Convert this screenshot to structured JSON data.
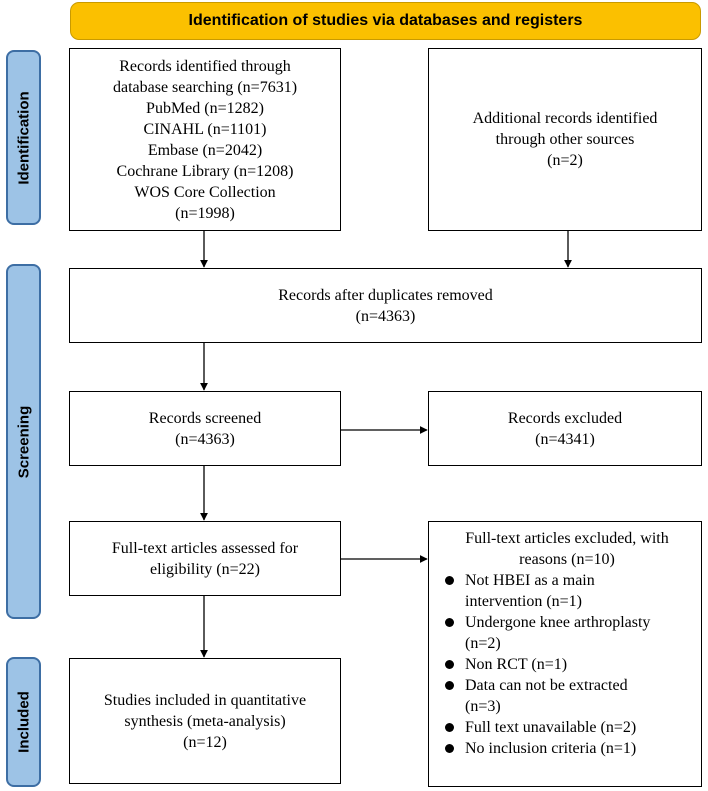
{
  "banner": "Identification of studies via databases and registers",
  "phases": {
    "identification": "Identification",
    "screening": "Screening",
    "included": "Included"
  },
  "boxes": {
    "db_search": [
      "Records identified through",
      "database searching (n=7631)",
      "PubMed (n=1282)",
      "CINAHL (n=1101)",
      "Embase (n=2042)",
      "Cochrane Library (n=1208)",
      "WOS Core Collection",
      "(n=1998)"
    ],
    "other_sources": [
      "Additional records identified",
      "through other sources",
      "(n=2)"
    ],
    "after_duplicates": [
      "Records after duplicates removed",
      "(n=4363)"
    ],
    "screened": [
      "Records screened",
      "(n=4363)"
    ],
    "excluded": [
      "Records excluded",
      "(n=4341)"
    ],
    "full_text": [
      "Full-text articles assessed for",
      "eligibility (n=22)"
    ],
    "included": [
      "Studies included in quantitative",
      "synthesis (meta-analysis)",
      "(n=12)"
    ]
  },
  "fulltext_excluded": {
    "title": [
      "Full-text articles excluded, with",
      "reasons (n=10)"
    ],
    "reasons": [
      [
        "Not HBEI as a main",
        "intervention (n=1)"
      ],
      [
        "Undergone knee arthroplasty",
        "(n=2)"
      ],
      [
        "Non RCT (n=1)"
      ],
      [
        "Data can not be extracted",
        "(n=3)"
      ],
      [
        "Full text unavailable (n=2)"
      ],
      [
        "No inclusion criteria (n=1)"
      ]
    ]
  }
}
